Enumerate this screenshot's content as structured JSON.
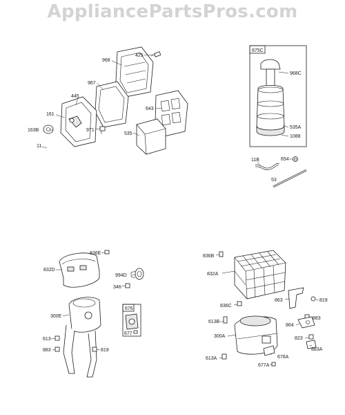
{
  "watermark": "AppliancePartsPros.com",
  "callouts": {
    "p968": "968",
    "p425": "425",
    "p967": "967",
    "p445": "445",
    "p161": "161",
    "p643": "643",
    "p163B": "163B",
    "p971": "971",
    "p535": "535",
    "p11": "11",
    "p875C": "875C",
    "p968C": "968C",
    "p535A": "535A",
    "p1088": "1088",
    "p11B": "11B",
    "p654": "654",
    "p53": "53",
    "p836E": "836E",
    "p832D": "832D",
    "p994D": "994D",
    "p346": "346",
    "p300E": "300E",
    "p676": "676",
    "p677": "677",
    "p613": "613",
    "p883": "883",
    "p819": "819",
    "p836B": "836B",
    "p832A": "832A",
    "p836C": "836C",
    "p863": "863",
    "p819b": "819",
    "p883b": "883",
    "p613B": "613B",
    "p864": "864",
    "p300A": "300A",
    "p823": "823",
    "p883A": "883A",
    "p613A": "613A",
    "p676A": "676A",
    "p677A": "677A"
  }
}
